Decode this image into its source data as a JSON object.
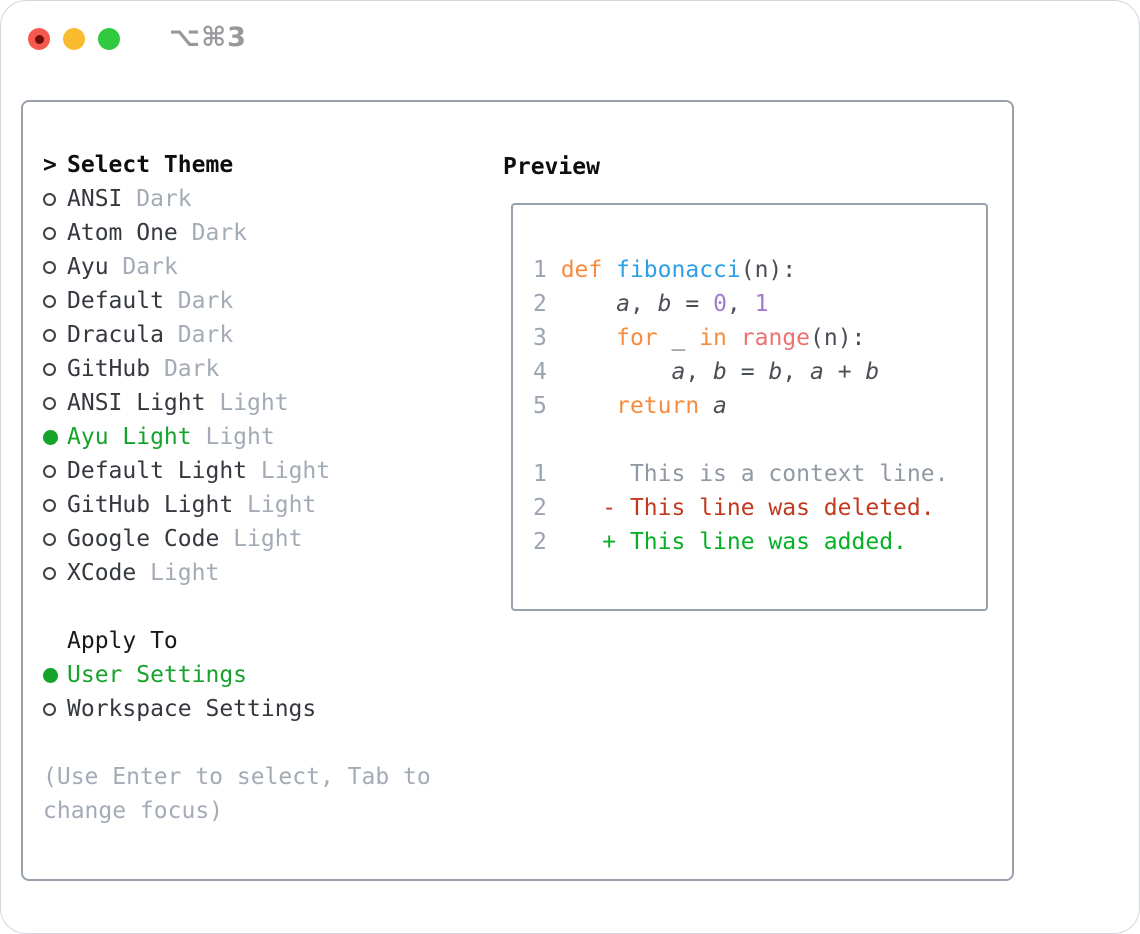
{
  "titlebar": {
    "shortcut": "⌥⌘3"
  },
  "select_theme": {
    "cursor": ">",
    "heading": "Select Theme",
    "items": [
      {
        "name": "ANSI",
        "variant": "Dark",
        "selected": false
      },
      {
        "name": "Atom One",
        "variant": "Dark",
        "selected": false
      },
      {
        "name": "Ayu",
        "variant": "Dark",
        "selected": false
      },
      {
        "name": "Default",
        "variant": "Dark",
        "selected": false
      },
      {
        "name": "Dracula",
        "variant": "Dark",
        "selected": false
      },
      {
        "name": "GitHub",
        "variant": "Dark",
        "selected": false
      },
      {
        "name": "ANSI Light",
        "variant": "Light",
        "selected": false
      },
      {
        "name": "Ayu Light",
        "variant": "Light",
        "selected": true
      },
      {
        "name": "Default Light",
        "variant": "Light",
        "selected": false
      },
      {
        "name": "GitHub Light",
        "variant": "Light",
        "selected": false
      },
      {
        "name": "Google Code",
        "variant": "Light",
        "selected": false
      },
      {
        "name": "XCode",
        "variant": "Light",
        "selected": false
      }
    ]
  },
  "apply_to": {
    "heading": "Apply To",
    "items": [
      {
        "label": "User Settings",
        "selected": true
      },
      {
        "label": "Workspace Settings",
        "selected": false
      }
    ]
  },
  "hint": "(Use Enter to select, Tab to change focus)",
  "preview": {
    "heading": "Preview",
    "lines": [
      {
        "kind": "code-line",
        "segments": [
          {
            "t": "1 ",
            "c": "gut"
          },
          {
            "t": "def",
            "c": "kw"
          },
          {
            "t": " ",
            "c": "plain"
          },
          {
            "t": "fibonacci",
            "c": "fn"
          },
          {
            "t": "(n):",
            "c": "plain"
          }
        ]
      },
      {
        "kind": "code-line",
        "segments": [
          {
            "t": "2 ",
            "c": "gut"
          },
          {
            "t": "    ",
            "c": "plain"
          },
          {
            "t": "a",
            "c": "var"
          },
          {
            "t": ", ",
            "c": "plain"
          },
          {
            "t": "b",
            "c": "var"
          },
          {
            "t": " = ",
            "c": "plain"
          },
          {
            "t": "0",
            "c": "num"
          },
          {
            "t": ", ",
            "c": "plain"
          },
          {
            "t": "1",
            "c": "num"
          }
        ]
      },
      {
        "kind": "code-line",
        "segments": [
          {
            "t": "3 ",
            "c": "gut"
          },
          {
            "t": "    ",
            "c": "plain"
          },
          {
            "t": "for",
            "c": "kw"
          },
          {
            "t": " _ ",
            "c": "plain"
          },
          {
            "t": "in",
            "c": "kw"
          },
          {
            "t": " ",
            "c": "plain"
          },
          {
            "t": "range",
            "c": "call"
          },
          {
            "t": "(n):",
            "c": "plain"
          }
        ]
      },
      {
        "kind": "code-line",
        "segments": [
          {
            "t": "4 ",
            "c": "gut"
          },
          {
            "t": "        ",
            "c": "plain"
          },
          {
            "t": "a",
            "c": "var"
          },
          {
            "t": ", ",
            "c": "plain"
          },
          {
            "t": "b",
            "c": "var"
          },
          {
            "t": " = ",
            "c": "plain"
          },
          {
            "t": "b",
            "c": "var"
          },
          {
            "t": ", ",
            "c": "plain"
          },
          {
            "t": "a",
            "c": "var"
          },
          {
            "t": " + ",
            "c": "plain"
          },
          {
            "t": "b",
            "c": "var"
          }
        ]
      },
      {
        "kind": "code-line",
        "segments": [
          {
            "t": "5 ",
            "c": "gut"
          },
          {
            "t": "    ",
            "c": "plain"
          },
          {
            "t": "return",
            "c": "kw"
          },
          {
            "t": " ",
            "c": "plain"
          },
          {
            "t": "a",
            "c": "var"
          }
        ]
      },
      {
        "kind": "blank-line",
        "segments": []
      },
      {
        "kind": "diff-context-line",
        "segments": [
          {
            "t": "1",
            "c": "gut"
          },
          {
            "t": "      ",
            "c": "plain"
          },
          {
            "t": "This is a context line.",
            "c": "ctx"
          }
        ]
      },
      {
        "kind": "diff-deleted-line",
        "segments": [
          {
            "t": "2",
            "c": "gut"
          },
          {
            "t": "    ",
            "c": "plain"
          },
          {
            "t": "- This line was deleted.",
            "c": "del"
          }
        ]
      },
      {
        "kind": "diff-added-line",
        "segments": [
          {
            "t": "2",
            "c": "gut"
          },
          {
            "t": "    ",
            "c": "plain"
          },
          {
            "t": "+ This line was added.",
            "c": "add"
          }
        ]
      }
    ]
  },
  "colors": {
    "selected_green": "#16a32c",
    "keyword_orange": "#f78c3e",
    "function_blue": "#2d9fe6",
    "number_purple": "#a37acc",
    "builtin_red": "#f07171",
    "diff_deleted_red": "#c2391f",
    "diff_added_green": "#06b025",
    "muted_gray": "#a3abb6",
    "traffic_red": "#f5594e",
    "traffic_yellow": "#fbbb2f",
    "traffic_green": "#31c93e"
  }
}
